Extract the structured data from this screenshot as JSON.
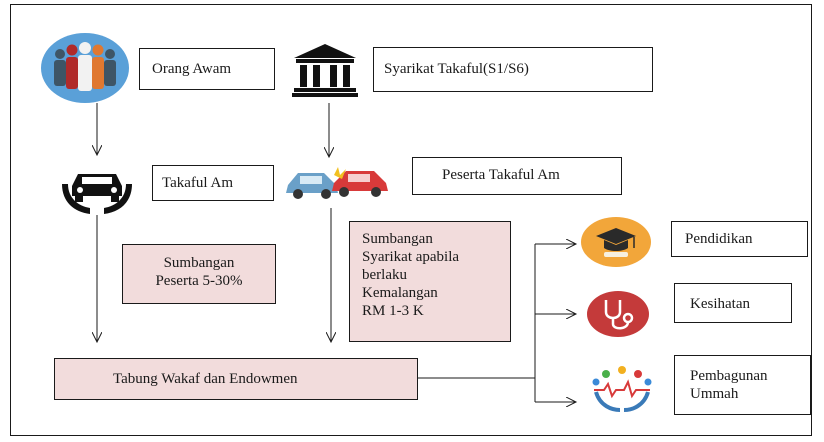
{
  "nodes": {
    "orang_awam": "Orang Awam",
    "syarikat_takaful": "Syarikat Takaful(S1/S6)",
    "takaful_am": "Takaful Am",
    "peserta_takaful_am": "Peserta Takaful Am",
    "sumbangan_peserta": [
      "Sumbangan",
      "Peserta 5-30%"
    ],
    "sumbangan_syarikat": [
      "Sumbangan",
      "Syarikat apabila",
      "berlaku",
      "Kemalangan",
      "RM 1-3 K"
    ],
    "tabung_wakaf": "Tabung Wakaf dan Endowmen",
    "pendidikan": "Pendidikan",
    "kesihatan": "Kesihatan",
    "pembagunan_ummah": [
      "Pembagunan",
      "Ummah"
    ]
  },
  "icons": {
    "people": "people-group-icon",
    "bank": "bank-building-icon",
    "car_protection": "car-in-hands-icon",
    "car_crash": "car-crash-icon",
    "graduation": "graduation-cap-icon",
    "health": "stethoscope-icon",
    "community": "community-people-icon"
  },
  "colors": {
    "highlight_box": "#f2dcdc",
    "border": "#1a1a1a",
    "people_circle": "#5aa0d8",
    "graduation_circle": "#f2a63a",
    "health_circle": "#c43a3a"
  }
}
